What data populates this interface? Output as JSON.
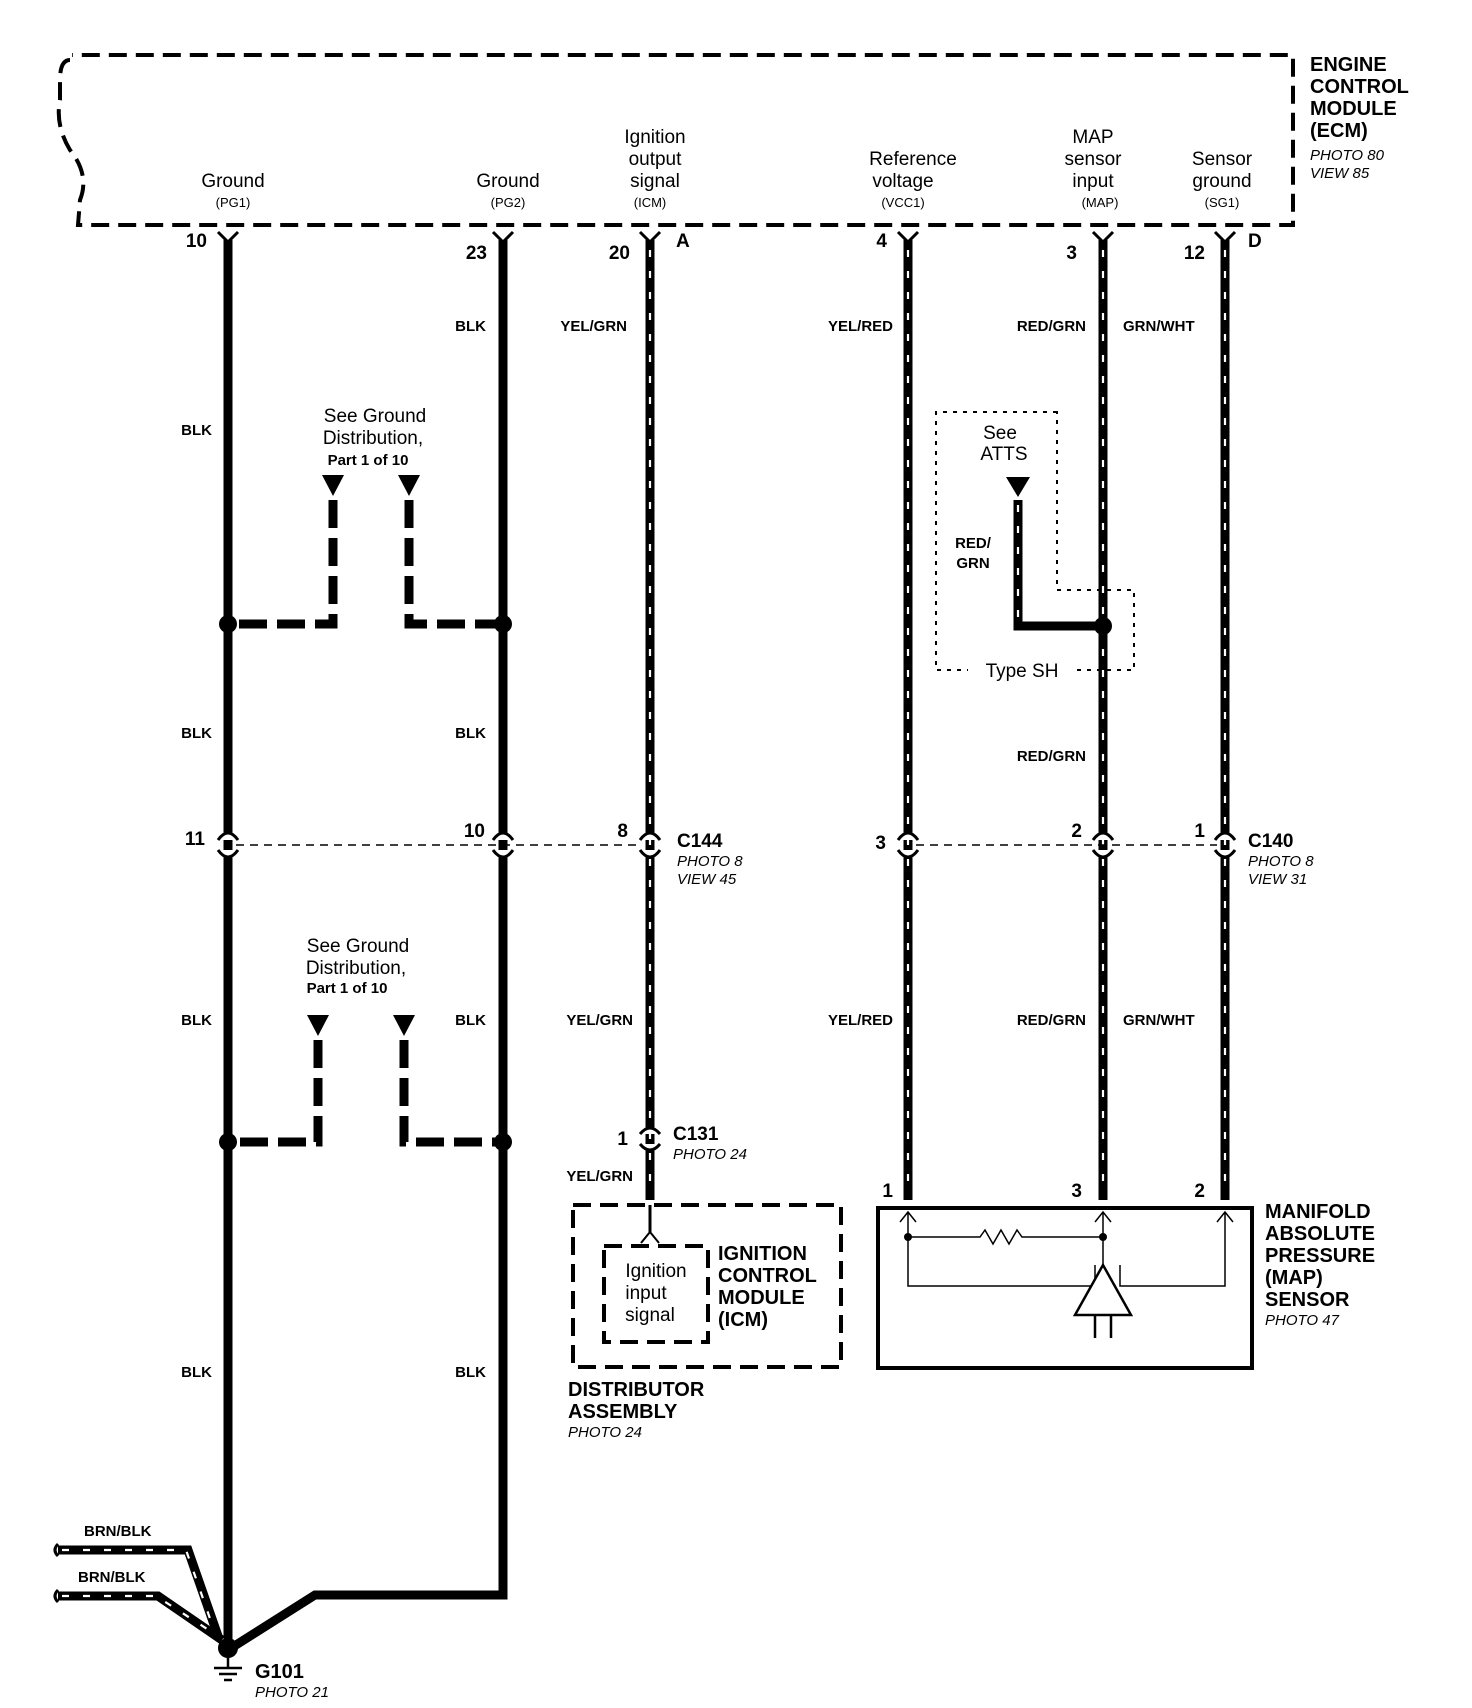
{
  "ecm": {
    "title": [
      "ENGINE",
      "CONTROL",
      "MODULE",
      "(ECM)"
    ],
    "photo": "PHOTO 80",
    "view": "VIEW 85",
    "terminals": [
      {
        "lines": [
          "Ground"
        ],
        "code": "(PG1)",
        "pin": "10"
      },
      {
        "lines": [
          "Ground"
        ],
        "code": "(PG2)",
        "pin": "23"
      },
      {
        "lines": [
          "Ignition",
          "output",
          "signal"
        ],
        "code": "(ICM)",
        "pin": "20",
        "tag": "A"
      },
      {
        "lines": [
          "Reference",
          "voltage"
        ],
        "code": "(VCC1)",
        "pin": "4"
      },
      {
        "lines": [
          "MAP",
          "sensor",
          "input"
        ],
        "code": "(MAP)",
        "pin": "3"
      },
      {
        "lines": [
          "Sensor",
          "ground"
        ],
        "code": "(SG1)",
        "pin": "12",
        "tag": "D"
      }
    ]
  },
  "wire_colors": {
    "blk": "BLK",
    "yel_grn": "YEL/GRN",
    "yel_red": "YEL/RED",
    "red_grn": "RED/GRN",
    "grn_wht": "GRN/WHT",
    "brn_blk": "BRN/BLK",
    "red_grn_split": [
      "RED/",
      "GRN"
    ]
  },
  "ground_ref": {
    "lines": [
      "See Ground",
      "Distribution,"
    ],
    "part": "Part 1 of 10"
  },
  "atts": {
    "lines": [
      "See",
      "ATTS"
    ],
    "type": "Type SH"
  },
  "c144": {
    "name": "C144",
    "photo": "PHOTO 8",
    "view": "VIEW 45",
    "pins": [
      "11",
      "10",
      "8"
    ]
  },
  "c140": {
    "name": "C140",
    "photo": "PHOTO 8",
    "view": "VIEW 31",
    "pins": [
      "3",
      "2",
      "1"
    ]
  },
  "c131": {
    "name": "C131",
    "photo": "PHOTO 24",
    "pin": "1"
  },
  "icm": {
    "title": [
      "IGNITION",
      "CONTROL",
      "MODULE",
      "(ICM)"
    ],
    "signal": [
      "Ignition",
      "input",
      "signal"
    ]
  },
  "distributor": {
    "title": [
      "DISTRIBUTOR",
      "ASSEMBLY"
    ],
    "photo": "PHOTO 24"
  },
  "map_sensor": {
    "title": [
      "MANIFOLD",
      "ABSOLUTE",
      "PRESSURE",
      "(MAP)",
      "SENSOR"
    ],
    "photo": "PHOTO 47",
    "pins": [
      "1",
      "3",
      "2"
    ]
  },
  "g101": {
    "name": "G101",
    "photo": "PHOTO 21"
  }
}
